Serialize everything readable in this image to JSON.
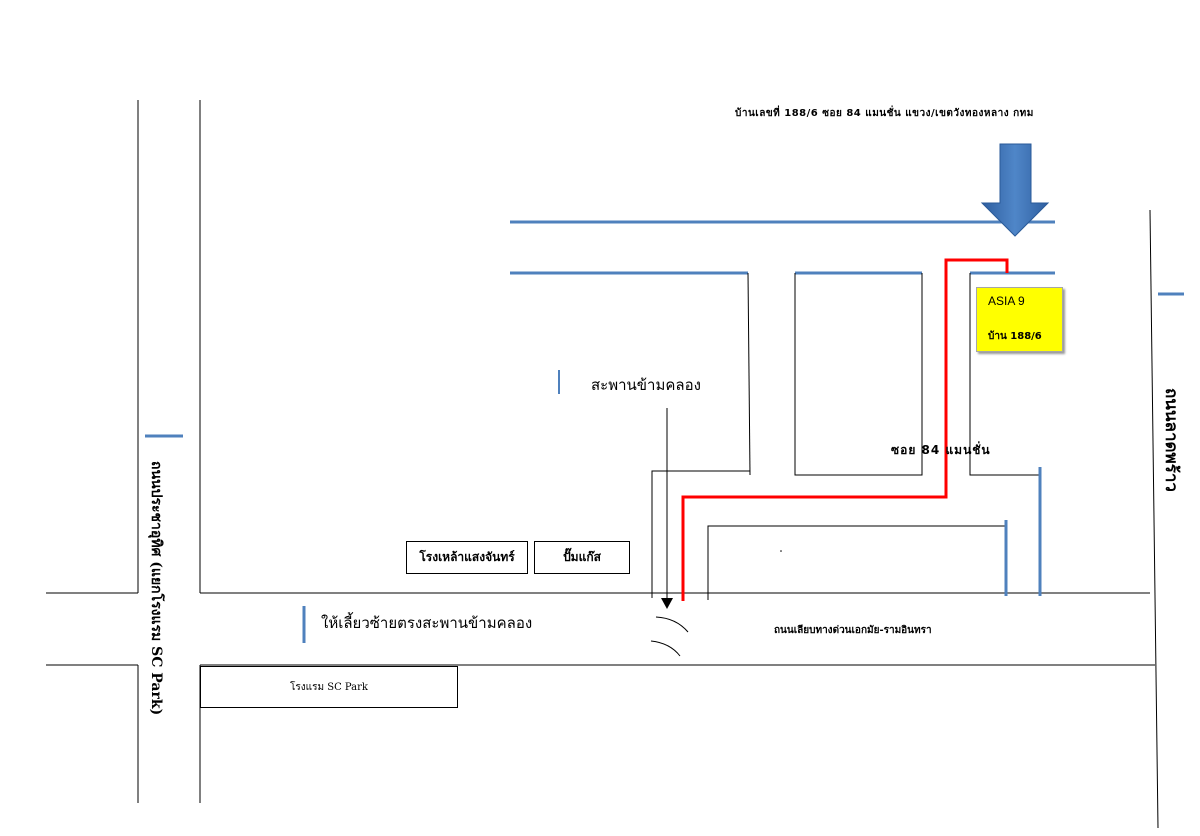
{
  "title": "บ้านเลขที่ 188/6 ซอย 84 แมนชั่น แขวง/เขตวังทองหลาง กทม",
  "destination": {
    "name": "ASIA 9",
    "house": "บ้าน 188/6"
  },
  "labels": {
    "bridge": "สะพานข้ามคลอง",
    "soi": "ซอย 84 แมนชั่น",
    "turn_instruction": "ให้เลี้ยวซ้ายตรงสะพานข้ามคลอง",
    "expressway_road": "ถนนเลียบทางด่วนเอกมัย-รามอินทรา",
    "left_road": "ถนนประชาอุทิศ (แยกโรงแรม SC Park)",
    "right_road": "ถนนลาดพร้าว",
    "hotel": "โรงแรม  SC Park",
    "school": "โรงเหล้าแสงจันทร์",
    "shop": "ปั๊มแก๊ส"
  },
  "colors": {
    "road_blue": "#4f81bd",
    "route_red": "#ff0000",
    "arrow_blue": "#3a6fb5",
    "dest_yellow": "#ffff00"
  }
}
